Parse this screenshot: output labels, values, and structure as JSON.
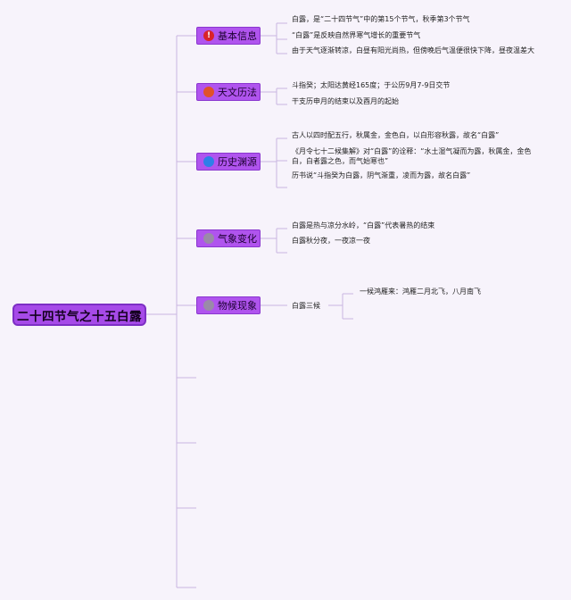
{
  "root": {
    "label": "二十四节气之十五白露"
  },
  "topics": [
    {
      "label": "基本信息",
      "icon": "exclamation-icon",
      "icon_glyph": "!",
      "icon_color": "#d9232a",
      "items": [
        "白露，是“二十四节气”中的第15个节气，秋季第3个节气",
        "“白露”是反映自然界寒气增长的重要节气",
        "由于天气逐渐转凉，白昼有阳光尚热，但傍晚后气温便很快下降，昼夜温差大"
      ]
    },
    {
      "label": "天文历法",
      "icon": "orange-dot-icon",
      "icon_glyph": "",
      "icon_color": "#e0522a",
      "items": [
        "斗指癸；太阳达黄经165度；于公历9月7-9日交节",
        "干支历申月的结束以及酉月的起始"
      ]
    },
    {
      "label": "历史渊源",
      "icon": "blue-dot-icon",
      "icon_glyph": "",
      "icon_color": "#2f7fe8",
      "items": [
        "古人以四时配五行，秋属金，金色白，以白形容秋露，故名“白露”",
        "《月令七十二候集解》对“白露”的诠释：“水土湿气凝而为露，秋属金，金色白，白者露之色，而气始寒也”",
        "历书说“斗指癸为白露，阴气渐重，凌而为露，故名白露”"
      ]
    },
    {
      "label": "气象变化",
      "icon": "gray-dot-icon",
      "icon_glyph": "",
      "icon_color": "#9a8aa8",
      "items": [
        "白露是热与凉分水岭，“白露”代表暑热的结束",
        "白露秋分夜，一夜凉一夜"
      ]
    },
    {
      "label": "物候现象",
      "icon": "gray-dot-icon",
      "icon_glyph": "",
      "icon_color": "#9a8aa8",
      "sub": {
        "label": "白露三候",
        "items": [
          "一候鸿雁来：鸿雁二月北飞，八月南飞"
        ]
      }
    }
  ],
  "colors": {
    "root_fill": "#a64ae8",
    "topic_fill": "#b054ee",
    "line": "#c9b6e0",
    "background": "#f7f3fb"
  }
}
